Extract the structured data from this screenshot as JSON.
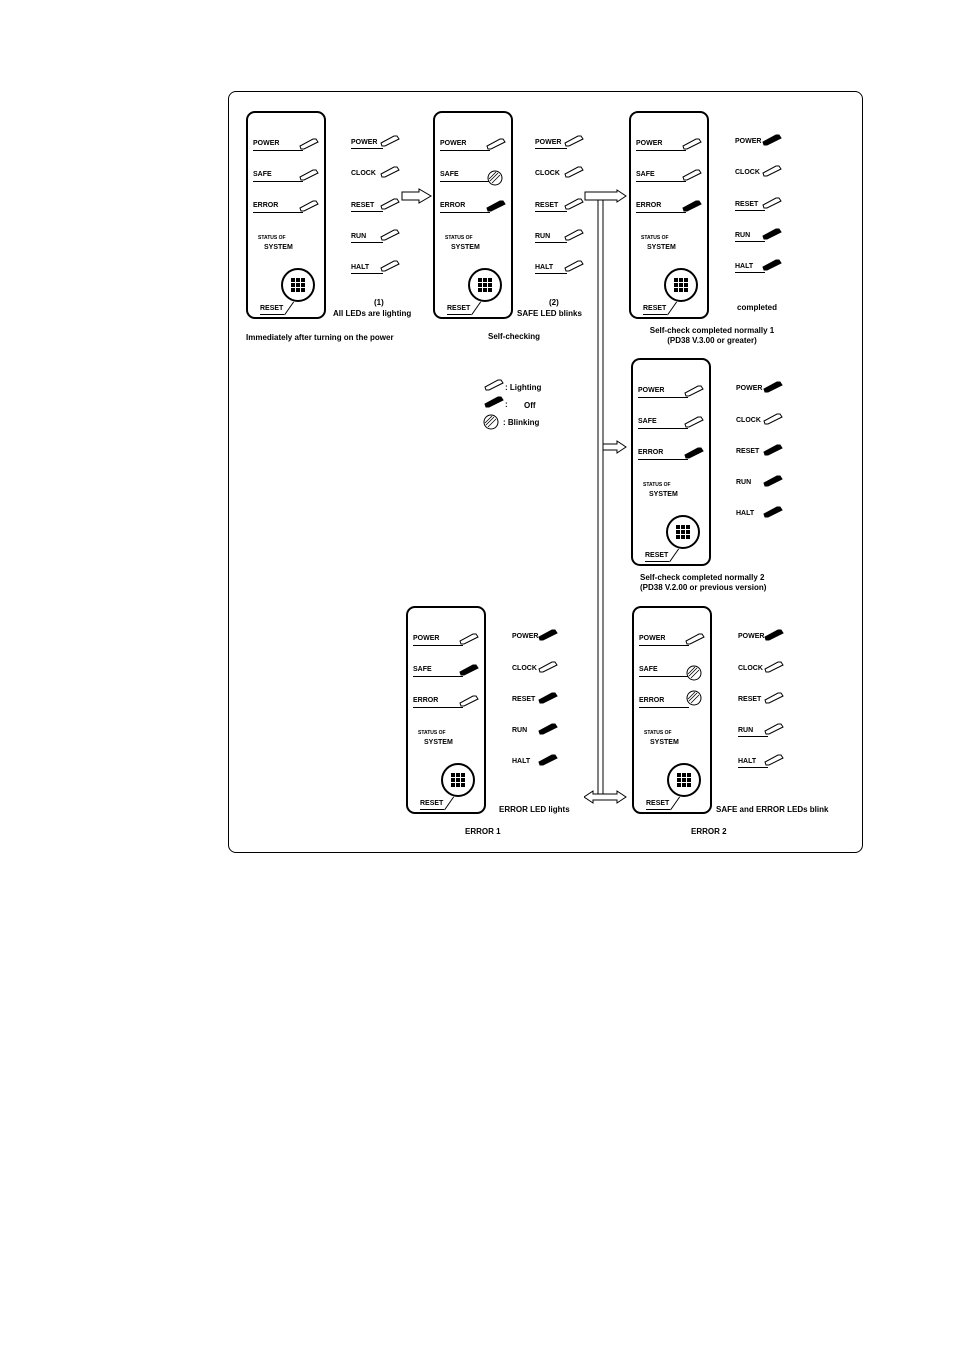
{
  "panel_labels": {
    "power": "POWER",
    "safe": "SAFE",
    "error": "ERROR",
    "status_of": "STATUS OF",
    "system": "SYSTEM",
    "reset": "RESET"
  },
  "status_labels": {
    "power": "POWER",
    "clock": "CLOCK",
    "reset": "RESET",
    "run": "RUN",
    "halt": "HALT"
  },
  "legend": {
    "lighting": ": Lighting",
    "off": ":",
    "off_word": "Off",
    "blinking": ": Blinking"
  },
  "captions": {
    "step1_num": "(1)",
    "step1_desc": "All LEDs are lighting",
    "step1_title": "Immediately after turning on the power",
    "step2_num": "(2)",
    "step2_desc": "SAFE LED blinks",
    "step2_title": "Self-checking",
    "c1_desc": "completed",
    "c1_title_1": "Self-check completed normally 1",
    "c1_title_2": "(PD38 V.3.00 or greater)",
    "c2_title_1": "Self-check completed normally 2",
    "c2_title_2": "(PD38 V.2.00 or previous version)",
    "e1_desc": "ERROR LED lights",
    "e1_title": "ERROR 1",
    "e2_desc": "SAFE and ERROR LEDs blink",
    "e2_title": "ERROR 2"
  },
  "states": {
    "initial": {
      "panel": [
        "lighting",
        "lighting",
        "lighting"
      ],
      "status": [
        "lighting",
        "lighting",
        "lighting",
        "lighting",
        "lighting"
      ]
    },
    "self_check": {
      "panel": [
        "lighting",
        "blinking",
        "off"
      ],
      "status": [
        "lighting",
        "lighting",
        "lighting",
        "lighting",
        "lighting"
      ]
    },
    "completed_1": {
      "panel": [
        "lighting",
        "lighting",
        "off"
      ],
      "status": [
        "off",
        "lighting",
        "lighting",
        "off",
        "off"
      ]
    },
    "completed_2": {
      "panel": [
        "lighting",
        "lighting",
        "off"
      ],
      "status": [
        "off",
        "lighting",
        "off",
        "off",
        "off"
      ]
    },
    "error_1": {
      "panel": [
        "lighting",
        "off",
        "lighting"
      ],
      "status": [
        "off",
        "lighting",
        "off",
        "off",
        "off"
      ]
    },
    "error_2": {
      "panel": [
        "lighting",
        "blinking",
        "blinking"
      ],
      "status": [
        "off",
        "lighting",
        "lighting",
        "lighting",
        "lighting"
      ]
    }
  },
  "colors": {
    "line": "#000000",
    "background": "#ffffff"
  }
}
